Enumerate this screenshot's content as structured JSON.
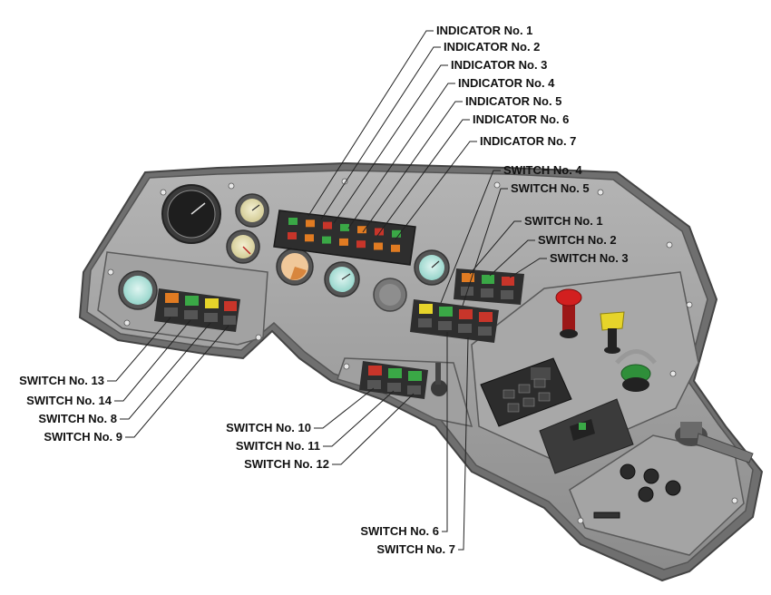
{
  "indicators": [
    "INDICATOR No. 1",
    "INDICATOR No. 2",
    "INDICATOR No. 3",
    "INDICATOR No. 4",
    "INDICATOR No. 5",
    "INDICATOR No. 6",
    "INDICATOR No. 7"
  ],
  "switches_top_right": [
    "SWITCH No. 4",
    "SWITCH No. 5",
    "SWITCH No. 1",
    "SWITCH No. 2",
    "SWITCH No. 3"
  ],
  "switches_left": [
    "SWITCH No. 13",
    "SWITCH No. 14",
    "SWITCH No. 8",
    "SWITCH No. 9"
  ],
  "switches_center": [
    "SWITCH No. 10",
    "SWITCH No. 11",
    "SWITCH No. 12"
  ],
  "switches_bottom": [
    "SWITCH No. 6",
    "SWITCH No. 7"
  ],
  "colors": {
    "panel": "#9a9a9a",
    "panel_edge": "#6e6e6e",
    "indicator_red": "#c8352a",
    "indicator_green": "#3aa846",
    "indicator_orange": "#e07b22",
    "switch_yellow": "#e6d42a",
    "estop_red": "#d21f1f",
    "gauge_face": "#9fd9d0"
  }
}
